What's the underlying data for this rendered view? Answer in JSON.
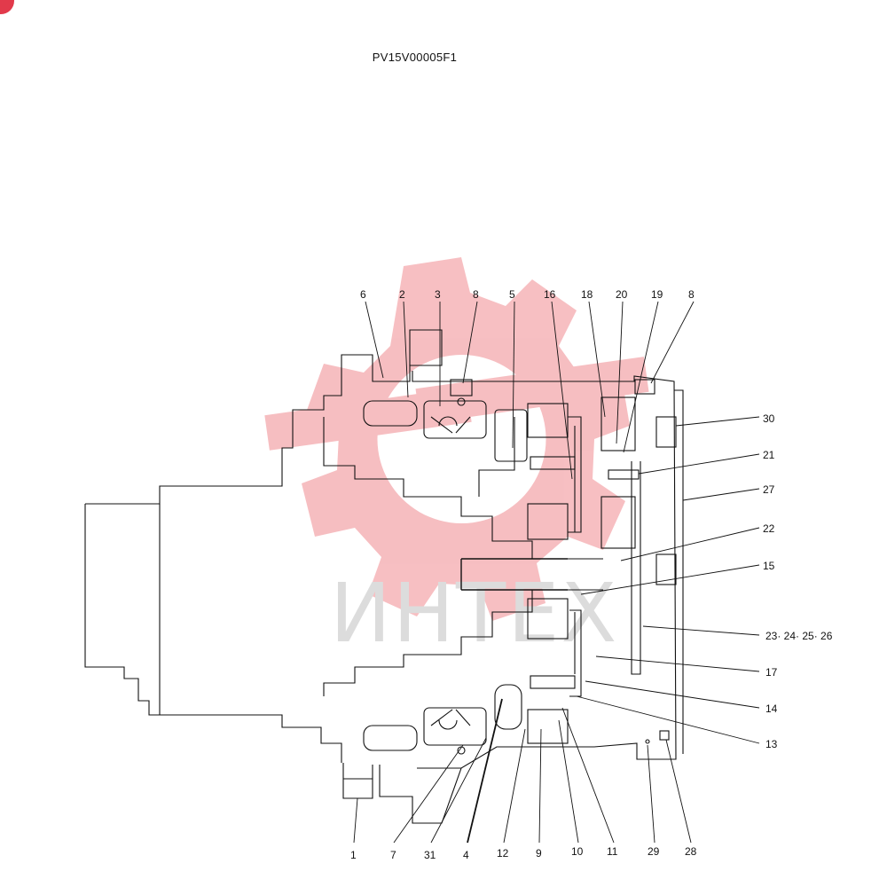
{
  "document": {
    "code": "PV15V00005F1",
    "watermark": "ИНТЕХ",
    "colors": {
      "line": "#111111",
      "watermark_logo": "#f4a9ad",
      "watermark_text": "#dcdcdc",
      "badge": "#e23a4b"
    }
  },
  "callouts": {
    "c1": "1",
    "c2": "2",
    "c3": "3",
    "c4": "4",
    "c5": "5",
    "c6": "6",
    "c7": "7",
    "c8a": "8",
    "c8b": "8",
    "c9": "9",
    "c10": "10",
    "c11": "11",
    "c12": "12",
    "c13": "13",
    "c14": "14",
    "c15": "15",
    "c16": "16",
    "c17": "17",
    "c18": "18",
    "c19": "19",
    "c20": "20",
    "c21": "21",
    "c22": "22",
    "c23_26": "23· 24· 25· 26",
    "c27": "27",
    "c28": "28",
    "c29": "29",
    "c30": "30",
    "c31": "31"
  }
}
